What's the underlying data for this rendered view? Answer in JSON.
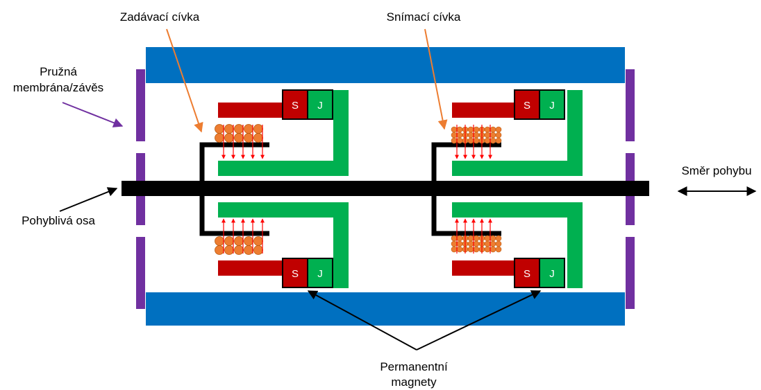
{
  "labels": {
    "drive_coil": "Zadávací cívka",
    "sense_coil": "Snímací cívka",
    "membrane_line1": "Pružná",
    "membrane_line2": "membrána/závěs",
    "moving_axis": "Pohyblivá osa",
    "direction": "Směr pohybu",
    "magnets_line1": "Permanentní",
    "magnets_line2": "magnety"
  },
  "poles": {
    "north": "S",
    "south": "J"
  },
  "colors": {
    "housing": "#0070c0",
    "membrane": "#7030a0",
    "axis": "#000000",
    "magnet_red": "#c00000",
    "magnet_green": "#00b050",
    "core_green": "#00b050",
    "coil": "#ed7d31",
    "flux_arrow": "#ff0000",
    "drive_leader": "#ed7d31",
    "membrane_leader": "#7030a0"
  }
}
